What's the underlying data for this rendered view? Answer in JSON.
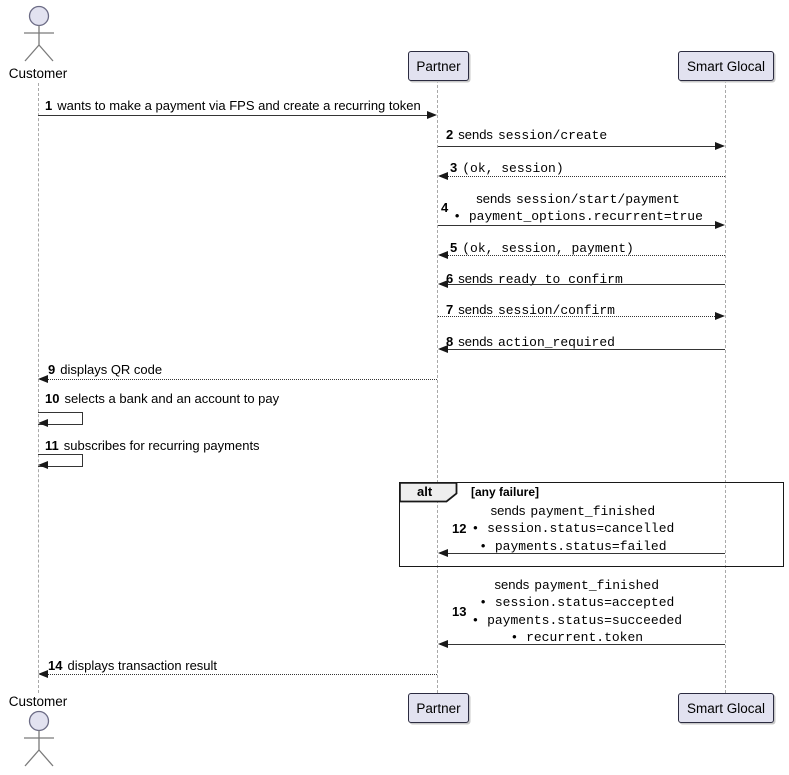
{
  "diagram": {
    "kind": "uml-sequence-diagram"
  },
  "colors": {
    "participant_fill": "#E2E2F0",
    "participant_border": "#2B2B40",
    "fragment_header_fill": "#EEEEEE",
    "arrow_line": "#353535",
    "lifeline": "#A9A9A9",
    "text": "#000000"
  },
  "participants": {
    "customer": {
      "label": "Customer",
      "kind": "actor"
    },
    "partner": {
      "label": "Partner",
      "kind": "participant"
    },
    "smart_glocal": {
      "label": "Smart Glocal",
      "kind": "participant"
    }
  },
  "fragment": {
    "operator": "alt",
    "guard": "[any failure]"
  },
  "messages": {
    "m1": {
      "num": "1",
      "text": "wants to make a payment via FPS and create a recurring token",
      "from": "Customer",
      "to": "Partner",
      "line": "solid"
    },
    "m2": {
      "num": "2",
      "verb": "sends",
      "code": "session/create",
      "from": "Partner",
      "to": "Smart Glocal",
      "line": "solid"
    },
    "m3": {
      "num": "3",
      "code": "(ok, session)",
      "from": "Smart Glocal",
      "to": "Partner",
      "line": "dotted"
    },
    "m4": {
      "num": "4",
      "verb": "sends",
      "code": "session/start/payment",
      "bullet1": "• payment_options.recurrent=true",
      "from": "Partner",
      "to": "Smart Glocal",
      "line": "solid"
    },
    "m5": {
      "num": "5",
      "code": "(ok, session, payment)",
      "from": "Smart Glocal",
      "to": "Partner",
      "line": "dotted"
    },
    "m6": {
      "num": "6",
      "verb": "sends",
      "code": "ready_to_confirm",
      "from": "Smart Glocal",
      "to": "Partner",
      "line": "solid"
    },
    "m7": {
      "num": "7",
      "verb": "sends",
      "code": "session/confirm",
      "from": "Partner",
      "to": "Smart Glocal",
      "line": "dotted"
    },
    "m8": {
      "num": "8",
      "verb": "sends",
      "code": "action_required",
      "from": "Smart Glocal",
      "to": "Partner",
      "line": "solid"
    },
    "m9": {
      "num": "9",
      "text": "displays QR code",
      "from": "Partner",
      "to": "Customer",
      "line": "dotted"
    },
    "m10": {
      "num": "10",
      "text": "selects a bank and an account to pay",
      "from": "Customer",
      "to": "Customer",
      "line": "solid"
    },
    "m11": {
      "num": "11",
      "text": "subscribes for recurring payments",
      "from": "Customer",
      "to": "Customer",
      "line": "solid"
    },
    "m12": {
      "num": "12",
      "verb": "sends",
      "code": "payment_finished",
      "bullet1": "• session.status=cancelled",
      "bullet2": "• payments.status=failed",
      "from": "Smart Glocal",
      "to": "Partner",
      "line": "solid"
    },
    "m13": {
      "num": "13",
      "verb": "sends",
      "code": "payment_finished",
      "bullet1": "• session.status=accepted",
      "bullet2": "• payments.status=succeeded",
      "bullet3": "• recurrent.token",
      "from": "Smart Glocal",
      "to": "Partner",
      "line": "solid"
    },
    "m14": {
      "num": "14",
      "text": "displays transaction result",
      "from": "Partner",
      "to": "Customer",
      "line": "dotted"
    }
  }
}
